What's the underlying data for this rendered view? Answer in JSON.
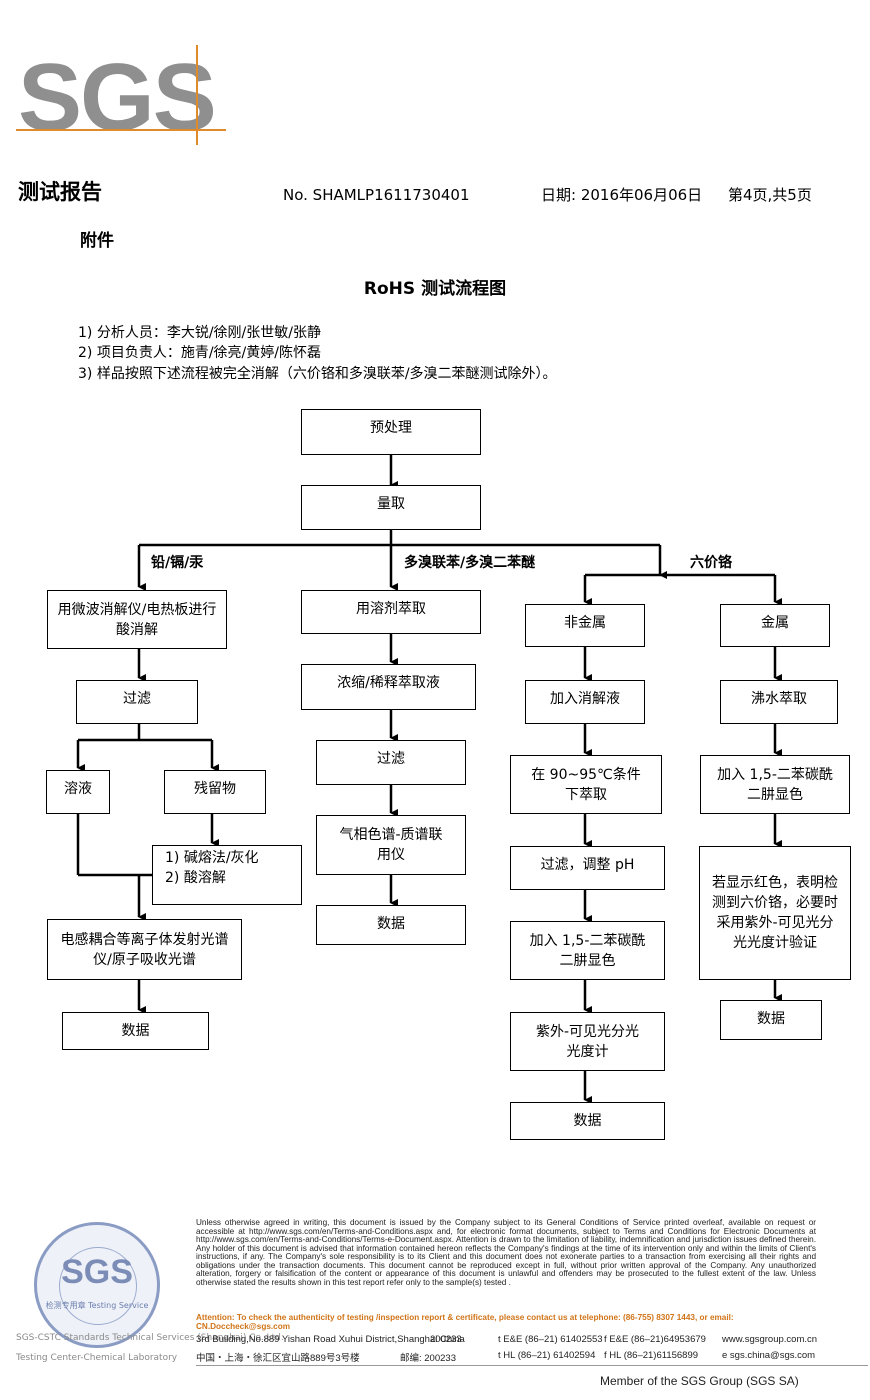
{
  "logo": {
    "text": "SGS"
  },
  "header": {
    "title": "测试报告",
    "report_no": "No. SHAMLP1611730401",
    "date": "日期: 2016年06月06日",
    "page": "第4页,共5页"
  },
  "annex": "附件",
  "flow_title": "RoHS 测试流程图",
  "notes": [
    "1) 分析人员：李大锐/徐刚/张世敏/张静",
    "2) 项目负责人：施青/徐亮/黄婷/陈怀磊",
    "3) 样品按照下述流程被完全消解（六价铬和多溴联苯/多溴二苯醚测试除外）。"
  ],
  "flow": {
    "pretreat": "预处理",
    "measure": "量取",
    "branch_labels": {
      "heavy_metals": "铅/镉/汞",
      "pbb_pbde": "多溴联苯/多溴二苯醚",
      "cr6": "六价铬"
    },
    "col1": {
      "digest": "用微波消解仪/电热板进行酸消解",
      "filter": "过滤",
      "solution": "溶液",
      "residue": "残留物",
      "alkali_1": "1) 碱熔法/灰化",
      "alkali_2": "2) 酸溶解",
      "icp": "电感耦合等离子体发射光谱仪/原子吸收光谱",
      "data": "数据"
    },
    "col2": {
      "extract": "用溶剂萃取",
      "concentrate": "浓缩/稀释萃取液",
      "filter": "过滤",
      "gcms": "气相色谱-质谱联用仪",
      "data": "数据"
    },
    "col3": {
      "nonmetal": "非金属",
      "add_digest": "加入消解液",
      "extract_temp": "在 90~95℃条件下萃取",
      "filter_ph": "过滤，调整 pH",
      "add_dpc": "加入 1,5-二苯碳酰二肼显色",
      "uvvis": "紫外-可见光分光光度计",
      "data": "数据"
    },
    "col4": {
      "metal": "金属",
      "boil": "沸水萃取",
      "add_dpc": "加入 1,5-二苯碳酰二肼显色",
      "red": "若显示红色，表明检测到六价铬，必要时采用紫外-可见光分光光度计验证",
      "data": "数据"
    }
  },
  "footer": {
    "seal_brand": "SGS",
    "seal_label": "检测专用章 Testing Service",
    "side_line1": "SGS-CSTC Standards Technical Services (Shanghai) Co.,Ltd.",
    "side_line2": "Testing Center-Chemical Laboratory",
    "disclaimer": "Unless otherwise agreed in writing, this document is issued by the Company subject to its General Conditions of Service printed overleaf, available on request or accessible at http://www.sgs.com/en/Terms-and-Conditions.aspx and, for electronic format documents, subject to Terms and Conditions for Electronic Documents at http://www.sgs.com/en/Terms-and-Conditions/Terms-e-Document.aspx. Attention is drawn to the limitation of liability, indemnification and jurisdiction issues defined therein. Any holder of this document is advised that information contained hereon reflects the Company's findings at the time of its intervention only and within the limits of Client's instructions, if any. The Company's sole responsibility is to its Client and this document does not exonerate parties to a transaction from exercising all their rights and obligations under the transaction documents. This document cannot be reproduced except in full, without prior written approval of the Company. Any unauthorized alteration, forgery or falsification of the content or appearance of this document is unlawful and offenders may be prosecuted to the fullest extent of the law. Unless otherwise stated the results shown in this test report refer only to the sample(s) tested .",
    "attention": "Attention: To check the authenticity of testing /inspection report & certificate, please contact us at telephone: (86-755) 8307 1443, or email: CN.Doccheck@sgs.com",
    "addr_en": "3rd Building,No.889 Yishan Road Xuhui District,Shanghai China",
    "zip_en": "200233",
    "tel_en": "t E&E (86–21) 61402553",
    "fax_en": "f E&E (86–21)64953679",
    "web": "www.sgsgroup.com.cn",
    "addr_cn": "中国・上海・徐汇区宜山路889号3号楼",
    "zip_cn": "邮编: 200233",
    "tel_cn": "t HL (86–21) 61402594",
    "fax_cn": "f HL (86–21)61156899",
    "email": "e  sgs.china@sgs.com",
    "member": "Member of the SGS Group (SGS SA)"
  }
}
